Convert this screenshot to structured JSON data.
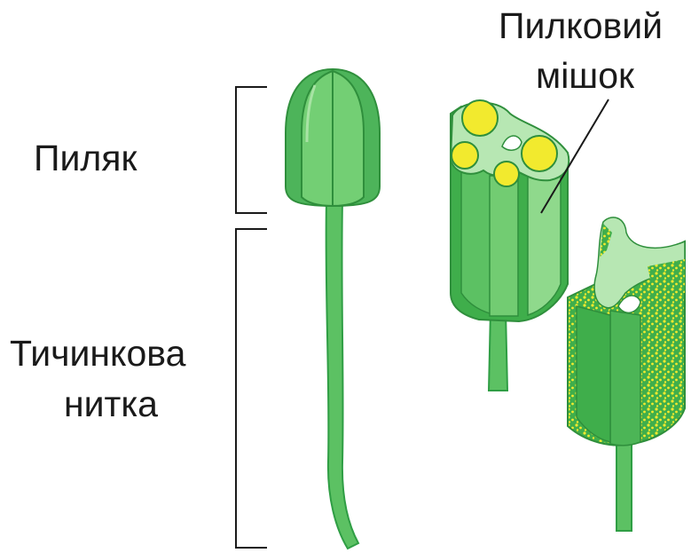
{
  "labels": {
    "anther": "Пиляк",
    "filament_line1": "Тичинкова",
    "filament_line2": "нитка",
    "pollen_sac_line1": "Пилковий",
    "pollen_sac_line2": "мішок"
  },
  "colors": {
    "green_dark": "#2f9e44",
    "green_mid": "#43b14f",
    "green_light": "#6fcf73",
    "green_pale": "#b7e7b3",
    "pollen_yellow": "#f2ea2e",
    "line": "#1a1a1a"
  }
}
